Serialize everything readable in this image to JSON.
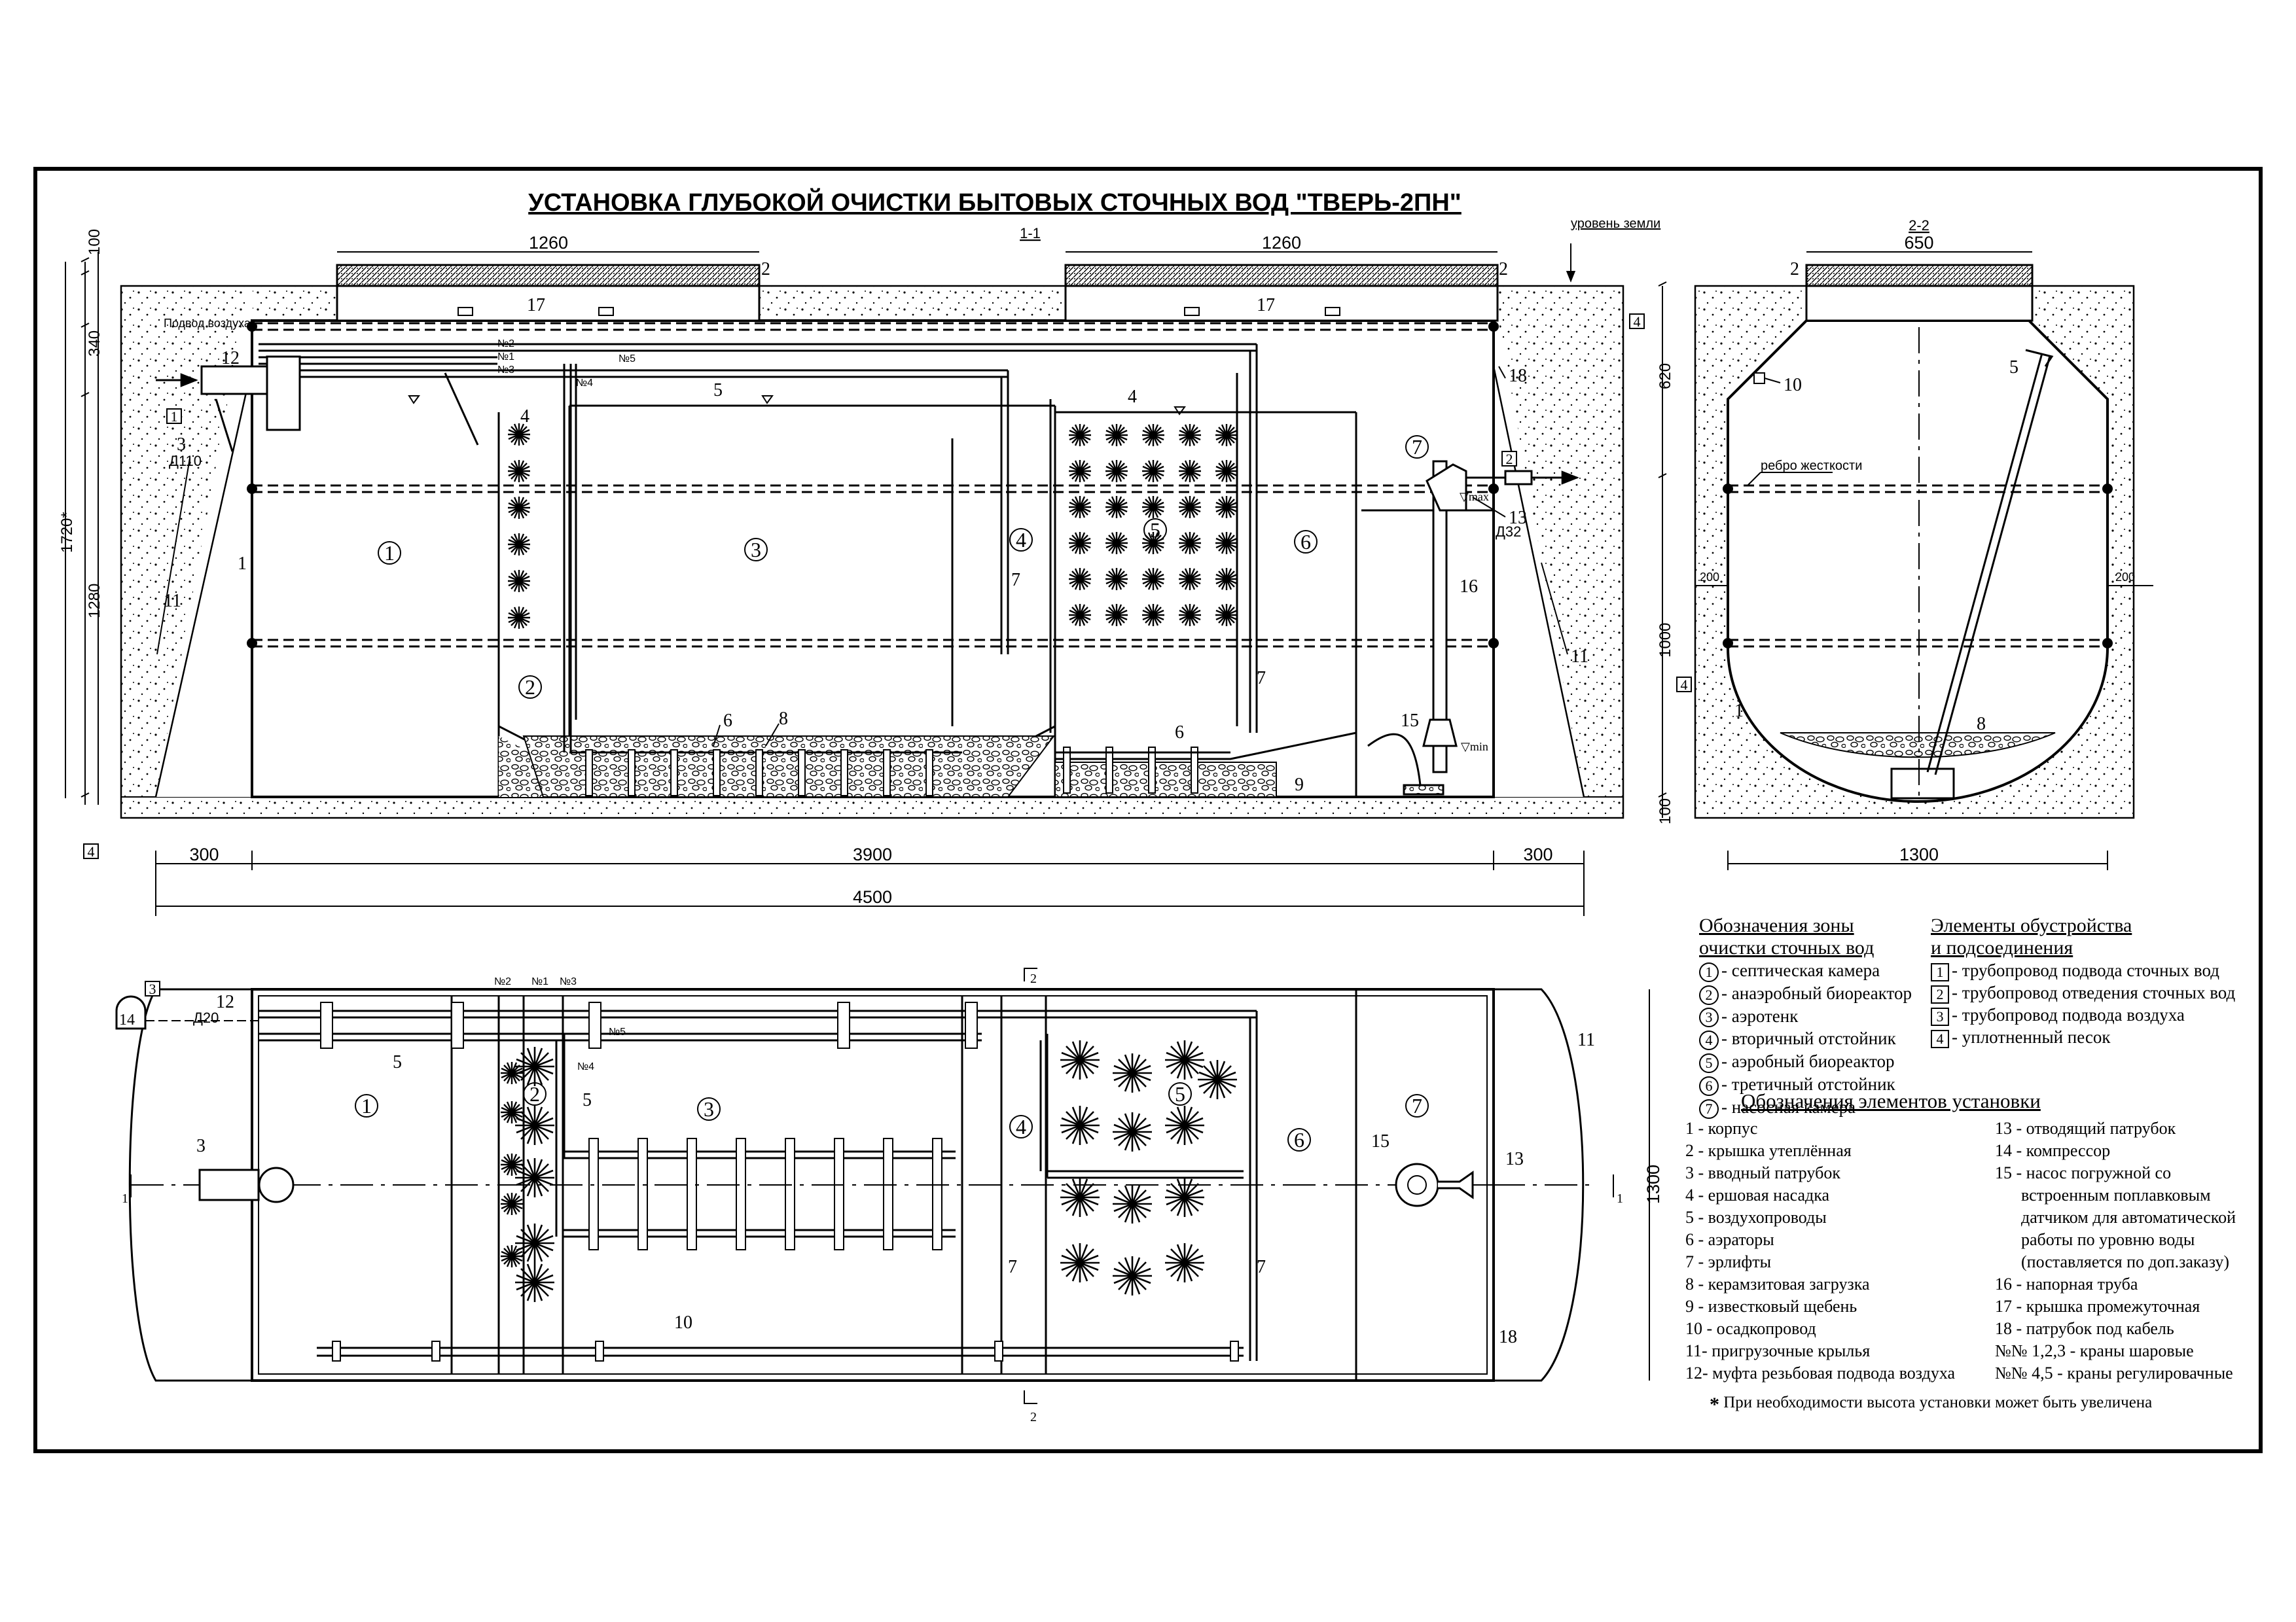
{
  "title": "УСТАНОВКА ГЛУБОКОЙ ОЧИСТКИ БЫТОВЫХ СТОЧНЫХ ВОД \"ТВЕРЬ-2ПН\"",
  "sections": {
    "main": "1-1",
    "side": "2-2"
  },
  "labels": {
    "ground_level": "уровень земли",
    "air_supply": "Подвод воздуха",
    "rib": "ребро жесткости",
    "d110": "Д110",
    "d32": "Д32",
    "d20": "Д20",
    "vmax": "▽max",
    "vmin": "▽min",
    "cranes": [
      "№2",
      "№1",
      "№3",
      "№4",
      "№5"
    ]
  },
  "dimensions": {
    "lid": "1260",
    "lid_side": "650",
    "top": "100",
    "upper": "340",
    "body": "1280",
    "height_total": "1720*",
    "side_top": "620",
    "side_body": "1000",
    "side_bottom": "100",
    "side_wall": "200",
    "left_pad": "300",
    "inner_length": "3900",
    "right_pad": "300",
    "total_length": "4500",
    "plan_width": "1300",
    "side_width": "1300"
  },
  "zones": [
    "1",
    "2",
    "3",
    "4",
    "5",
    "6",
    "7"
  ],
  "zone_legend": {
    "heading_1": "Обозначения зоны",
    "heading_2": "очистки сточных вод",
    "items": [
      {
        "n": "1",
        "text": "- септическая камера"
      },
      {
        "n": "2",
        "text": "- анаэробный биореактор"
      },
      {
        "n": "3",
        "text": "- аэротенк"
      },
      {
        "n": "4",
        "text": "- вторичный отстойник"
      },
      {
        "n": "5",
        "text": "- аэробный биореактор"
      },
      {
        "n": "6",
        "text": "- третичный отстойник"
      },
      {
        "n": "7",
        "text": "- насосная камера"
      }
    ]
  },
  "fittings_legend": {
    "heading_1": "Элементы обустройства",
    "heading_2": "и подсоединения",
    "items": [
      {
        "n": "1",
        "text": "- трубопровод подвода сточных вод"
      },
      {
        "n": "2",
        "text": "- трубопровод отведения сточных вод"
      },
      {
        "n": "3",
        "text": "- трубопровод подвода воздуха"
      },
      {
        "n": "4",
        "text": "- уплотненный песок"
      }
    ]
  },
  "elements_legend": {
    "heading": "Обозначения элементов установки",
    "left": [
      "1 - корпус",
      "2 - крышка утеплённая",
      "3 - вводный патрубок",
      "4 - ершовая насадка",
      "5 - воздухопроводы",
      "6 - аэраторы",
      "7 - эрлифты",
      "8 - керамзитовая загрузка",
      "9 - известковый щебень",
      "10 - осадкопровод",
      "11- пригрузочные крылья",
      "12- муфта резьбовая подвода воздуха"
    ],
    "right": [
      "13 - отводящий патрубок",
      "14 - компрессор",
      "15 - насос погружной со",
      "встроенным поплавковым",
      "датчиком для автоматической",
      "работы по уровню воды",
      "(поставляется по доп.заказу)",
      "16 - напорная труба",
      "17 - крышка промежуточная",
      "18 - патрубок под кабель",
      "№№ 1,2,3 - краны шаровые",
      "№№ 4,5 - краны регулировачные"
    ],
    "footnote_mark": "*",
    "footnote": "При необходимости высота установки может быть увеличена"
  }
}
